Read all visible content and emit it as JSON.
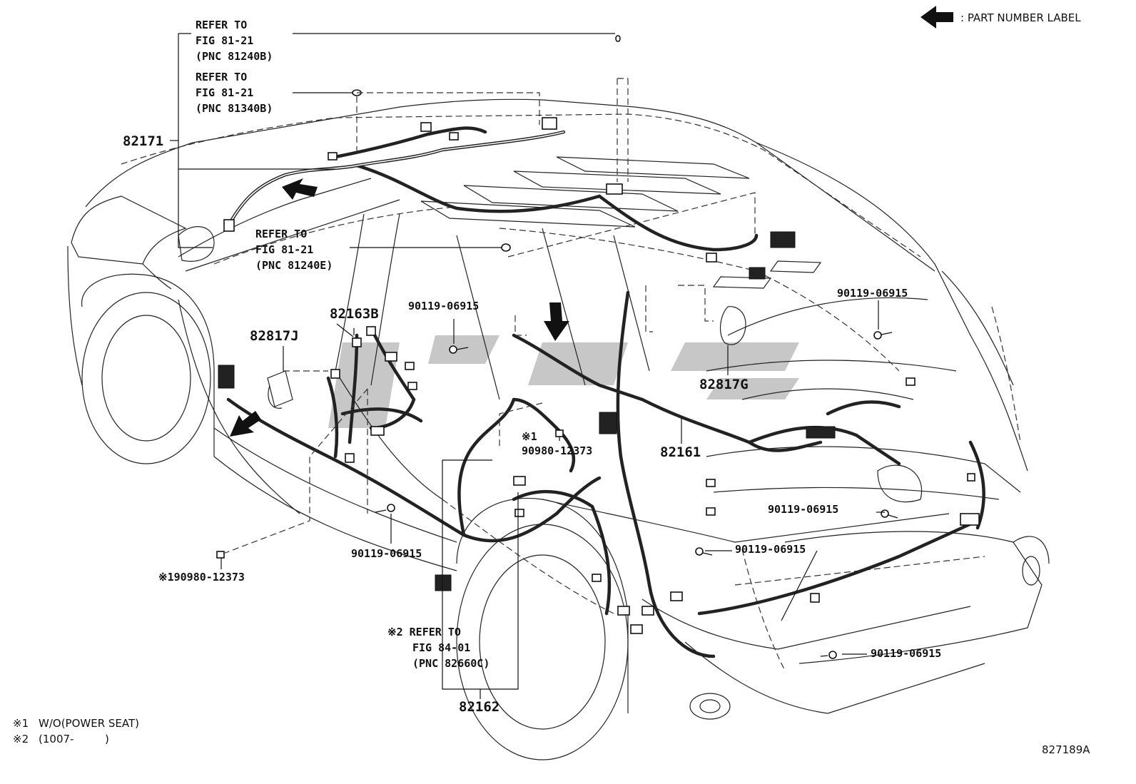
{
  "legend": {
    "label": ": PART NUMBER LABEL"
  },
  "drawing_id": "827189A",
  "footnotes": [
    {
      "mark": "※1",
      "text": "W/O(POWER SEAT)"
    },
    {
      "mark": "※2",
      "text": "(1007-",
      "close": ")"
    }
  ],
  "refs": {
    "ref1": {
      "l1": "REFER TO",
      "l2": "FIG 81-21",
      "l3": "(PNC 81240B)"
    },
    "ref2": {
      "l1": "REFER TO",
      "l2": "FIG 81-21",
      "l3": "(PNC 81340B)"
    },
    "ref3": {
      "l1": "REFER TO",
      "l2": "FIG 81-21",
      "l3": "(PNC 81240E)"
    },
    "ref4": {
      "l1": "※2 REFER TO",
      "l2": "FIG 84-01",
      "l3": "(PNC 82660C)"
    }
  },
  "parts": {
    "p82171": "82171",
    "p82163B": "82163B",
    "p82817J": "82817J",
    "p82817G": "82817G",
    "p82161": "82161",
    "p82162": "82162",
    "bolt_a": "90119-06915",
    "bolt_b": "90119-06915",
    "bolt_c": "90119-06915",
    "bolt_d": "90119-06915",
    "bolt_e": "90119-06915",
    "bolt_f": "90119-06915",
    "clip_a_mark": "※1",
    "clip_a": "90980-12373",
    "clip_b": "※190980-12373"
  }
}
